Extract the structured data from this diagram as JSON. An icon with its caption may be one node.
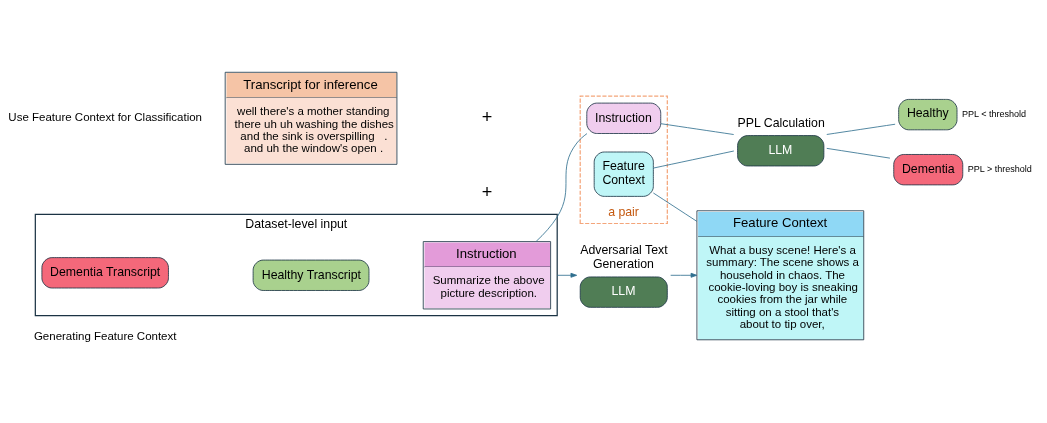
{
  "diagram": {
    "nodes": [
      {
        "text": [
          "Dataset-level input"
        ]
      },
      {
        "text": [
          "Healthy Transcript"
        ],
        "in": 0
      },
      {
        "text": [
          "Dementia Transcript"
        ],
        "in": 0
      },
      {
        "text": [
          "Instruction",
          "Summarize the above picture description."
        ],
        "in": 0
      },
      {
        "text": [
          "LLM"
        ],
        "beside": [
          "Adversarial Text Generation"
        ]
      },
      {
        "text": [
          "Feature Context",
          "What a busy scene! Here's a summary: The scene shows a household in chaos. The cookie-loving boy is sneaking cookies from the jar while sitting on a stool that's about to tip over,"
        ]
      },
      {
        "text": [
          "Transcript for inference",
          "well there's a mother standing there uh uh washing the dishes and the sink is overspilling   . and uh the window's open ."
        ]
      },
      {
        "text": [
          "a pair"
        ]
      },
      {
        "text": [
          "Instruction"
        ],
        "in": 7
      },
      {
        "text": [
          "Feature Context"
        ],
        "in": 7
      },
      {
        "text": [
          "LLM"
        ],
        "beside": [
          "PPL Calculation"
        ]
      },
      {
        "text": [
          "Healthy"
        ],
        "beside": [
          "PPL < threshold"
        ]
      },
      {
        "text": [
          "Dementia"
        ],
        "beside": [
          "PPL > threshold"
        ]
      }
    ],
    "edges": [
      {
        "from": 0,
        "to": 4,
        "arrow": "to"
      },
      {
        "from": 4,
        "to": 5,
        "arrow": "to"
      },
      {
        "from": 3,
        "to": 8,
        "arrow": "none"
      },
      {
        "from": 5,
        "to": 9,
        "arrow": "none"
      },
      {
        "from": 8,
        "to": 10,
        "arrow": "none"
      },
      {
        "from": 9,
        "to": 10,
        "arrow": "none"
      },
      {
        "from": 10,
        "to": 11,
        "arrow": "none"
      },
      {
        "from": 10,
        "to": 12,
        "arrow": "none"
      }
    ],
    "labels": [
      "Generating Feature Context",
      "+",
      "Use Feature Context for Classification",
      "+"
    ]
  }
}
